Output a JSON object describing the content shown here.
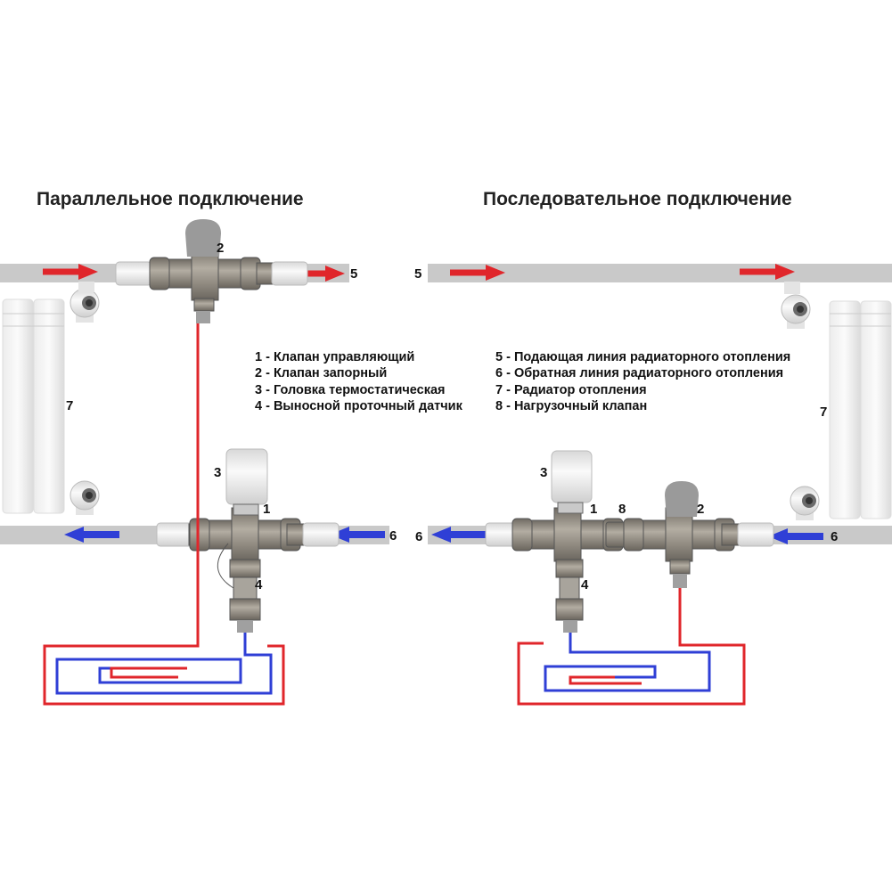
{
  "titles": {
    "parallel": "Параллельное подключение",
    "serial": "Последовательное подключение"
  },
  "legend_left": [
    "1 - Клапан управляющий",
    "2 - Клапан запорный",
    "3 - Головка термостатическая",
    "4 - Выносной проточный датчик"
  ],
  "legend_right": [
    "5 - Подающая линия радиаторного отопления",
    "6 - Обратная линия радиаторного отопления",
    "7 - Радиатор отопления",
    "8 - Нагрузочный клапан"
  ],
  "labels": {
    "n1": "1",
    "n2": "2",
    "n3": "3",
    "n4": "4",
    "n5": "5",
    "n6": "6",
    "n7": "7",
    "n8": "8"
  },
  "colors": {
    "supply": "#e0262b",
    "return": "#2f3fd6",
    "pipe": "#c9c9c9",
    "metal": "#8f8a80"
  }
}
